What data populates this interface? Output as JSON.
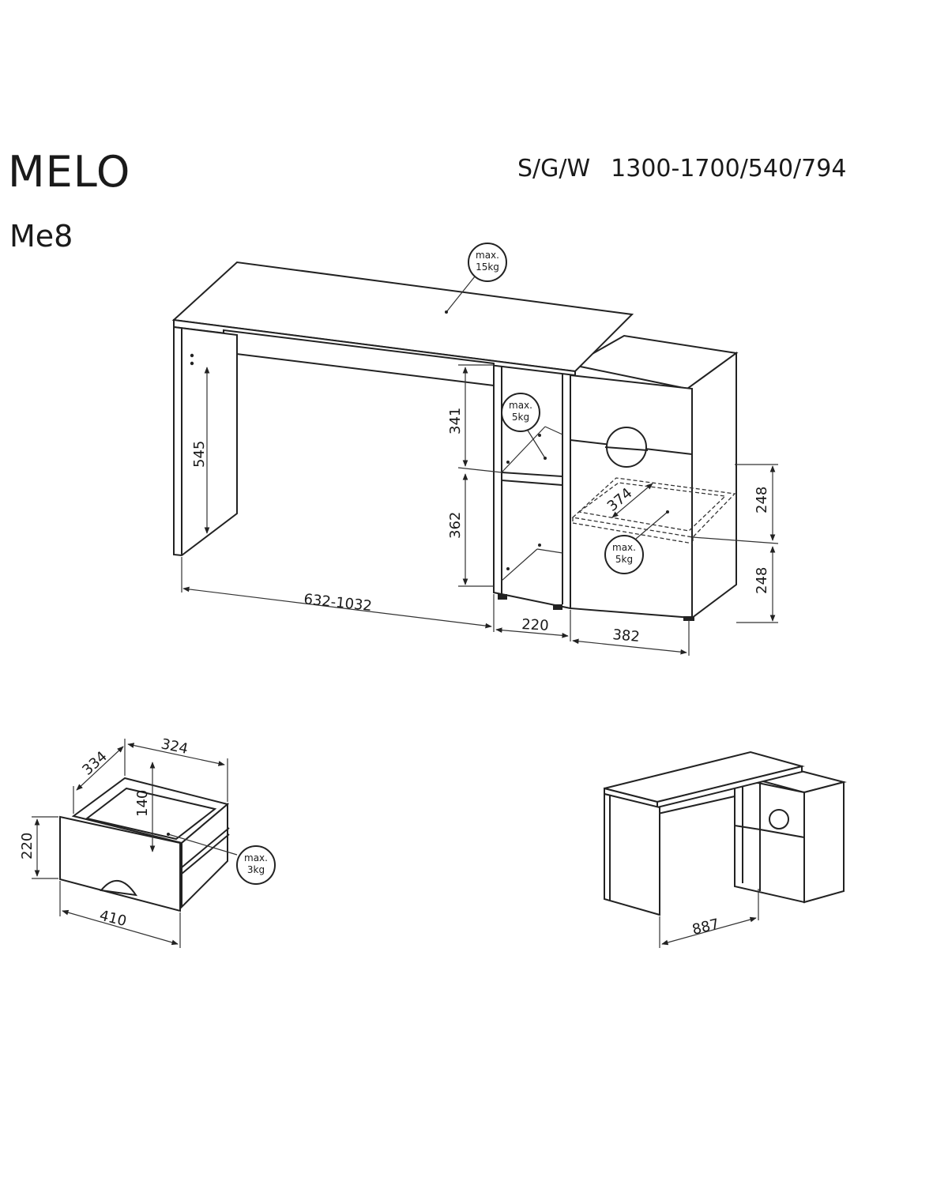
{
  "header": {
    "brand": "MELO",
    "model": "Me8",
    "dims_label": "S/G/W",
    "dims_value": "1300-1700/540/794"
  },
  "main_view": {
    "load_top": [
      "max.",
      "15kg"
    ],
    "load_shelf": [
      "max.",
      "5kg"
    ],
    "load_cabinet_shelf": [
      "max.",
      "5kg"
    ],
    "dim_leg_height": "545",
    "dim_upper_shelf": "341",
    "dim_lower_shelf": "362",
    "dim_shelf_depth": "374",
    "dim_cabinet_upper": "248",
    "dim_cabinet_lower": "248",
    "dim_desk_width": "632-1032",
    "dim_shelf_width": "220",
    "dim_cabinet_width": "382"
  },
  "drawer_view": {
    "dim_depth": "334",
    "dim_inner_width": "324",
    "dim_inner_height": "140",
    "dim_front_height": "220",
    "dim_front_width": "410",
    "load": [
      "max.",
      "3kg"
    ]
  },
  "corner_view": {
    "dim_width": "887"
  }
}
